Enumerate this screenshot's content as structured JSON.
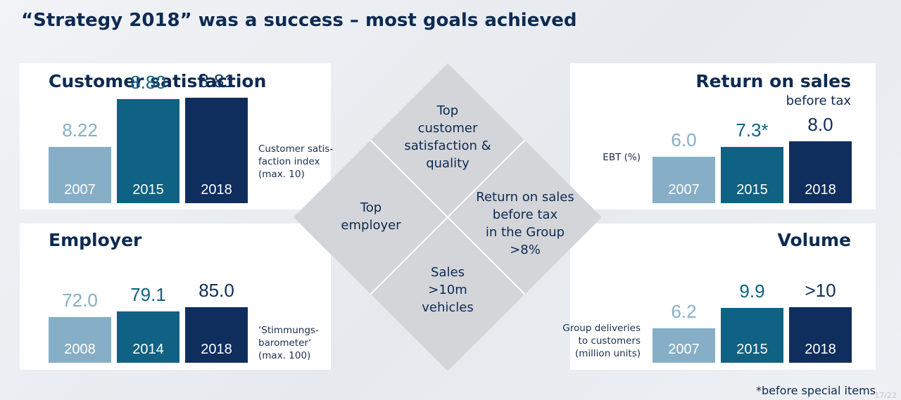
{
  "title": "“Strategy 2018” was a success – most goals achieved",
  "colors": {
    "light": "#86afc7",
    "mid": "#0f6283",
    "dark": "#0f2e5e",
    "diamond": "#d3d5d9"
  },
  "diamond": {
    "top": "Top\ncustomer\nsatisfaction &\nquality",
    "left": "Top\nemployer",
    "right": "Return on sales\nbefore tax\nin the Group\n>8%",
    "bottom": "Sales\n>10m\nvehicles"
  },
  "footnote": "*before special items",
  "page_number": "17/22",
  "chart_data": [
    {
      "type": "bar",
      "title": "Customer satisfaction",
      "metric_label": "Customer satis-\nfaction index\n(max. 10)",
      "categories": [
        "2007",
        "2015",
        "2018"
      ],
      "values": [
        8.22,
        8.8,
        8.81
      ],
      "value_labels": [
        "8.22",
        "8.80",
        "8.81"
      ]
    },
    {
      "type": "bar",
      "title": "Return on sales",
      "subtitle": "before tax",
      "metric_label": "EBT (%)",
      "categories": [
        "2007",
        "2015",
        "2018"
      ],
      "values": [
        6.0,
        7.3,
        8.0
      ],
      "value_labels": [
        "6.0",
        "7.3*",
        "8.0"
      ]
    },
    {
      "type": "bar",
      "title": "Employer",
      "metric_label": "‘Stimmungs-\nbarometer‘\n(max. 100)",
      "categories": [
        "2008",
        "2014",
        "2018"
      ],
      "values": [
        72.0,
        79.1,
        85.0
      ],
      "value_labels": [
        "72.0",
        "79.1",
        "85.0"
      ]
    },
    {
      "type": "bar",
      "title": "Volume",
      "metric_label": "Group deliveries\nto customers\n(million units)",
      "categories": [
        "2007",
        "2015",
        "2018"
      ],
      "values": [
        6.2,
        9.9,
        10
      ],
      "value_labels": [
        "6.2",
        "9.9",
        ">10"
      ]
    }
  ]
}
